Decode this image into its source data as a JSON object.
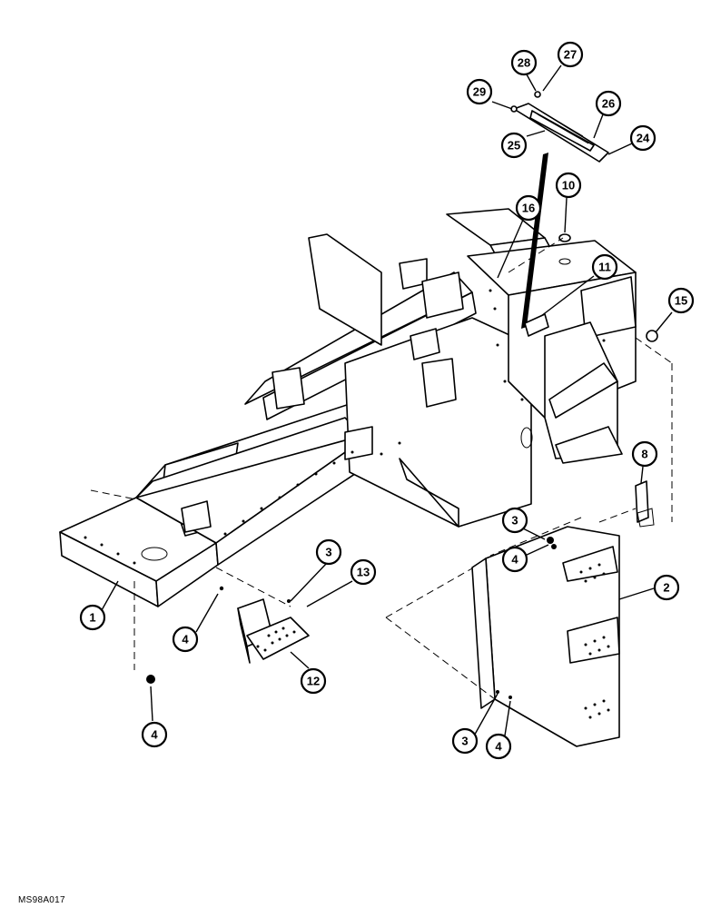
{
  "figure_code": "MS98A017",
  "callouts": {
    "c1": "1",
    "c2": "2",
    "c3a": "3",
    "c3b": "3",
    "c3c": "3",
    "c4a": "4",
    "c4b": "4",
    "c4c": "4",
    "c4d": "4",
    "c8": "8",
    "c10": "10",
    "c11": "11",
    "c12": "12",
    "c13": "13",
    "c15": "15",
    "c16": "16",
    "c24": "24",
    "c25": "25",
    "c26": "26",
    "c27": "27",
    "c28": "28",
    "c29": "29"
  }
}
